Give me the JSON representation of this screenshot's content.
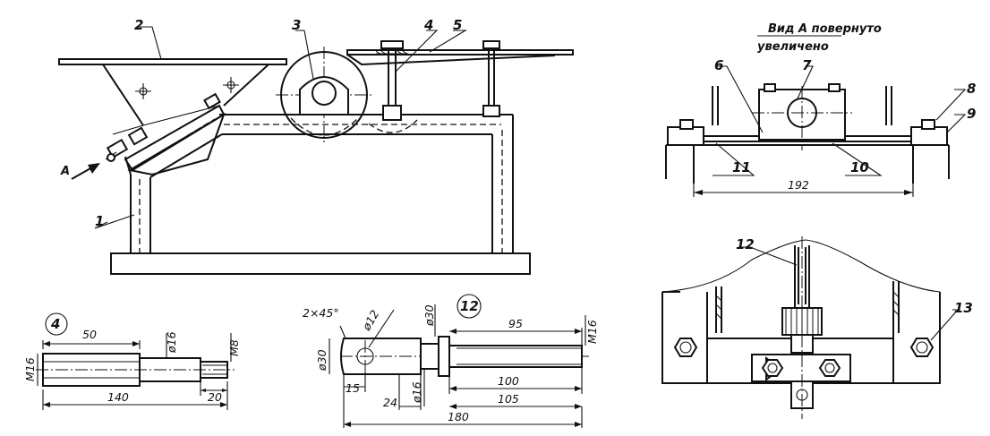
{
  "view_title": {
    "line1": "Вид А повернуто",
    "line2": "увеличено"
  },
  "arrow_label": "А",
  "callouts": {
    "c1": "1",
    "c2": "2",
    "c3": "3",
    "c4": "4",
    "c5": "5",
    "c6": "6",
    "c7": "7",
    "c8": "8",
    "c9": "9",
    "c10": "10",
    "c11": "11",
    "c12": "12",
    "c13": "13"
  },
  "detail_markers": {
    "d4": "4",
    "d12": "12"
  },
  "dims_view_a": {
    "w192": "192"
  },
  "dims_part4": {
    "d50": "50",
    "d140": "140",
    "d20": "20",
    "phi16": "ø16",
    "m16": "M16",
    "m8": "M8"
  },
  "dims_part12": {
    "chamfer": "2×45°",
    "phi12": "ø12",
    "phi30a": "ø30",
    "phi30b": "ø30",
    "phi16": "ø16",
    "m16": "M16",
    "d95": "95",
    "d15": "15",
    "d24": "24",
    "d100": "100",
    "d105": "105",
    "d180": "180"
  }
}
